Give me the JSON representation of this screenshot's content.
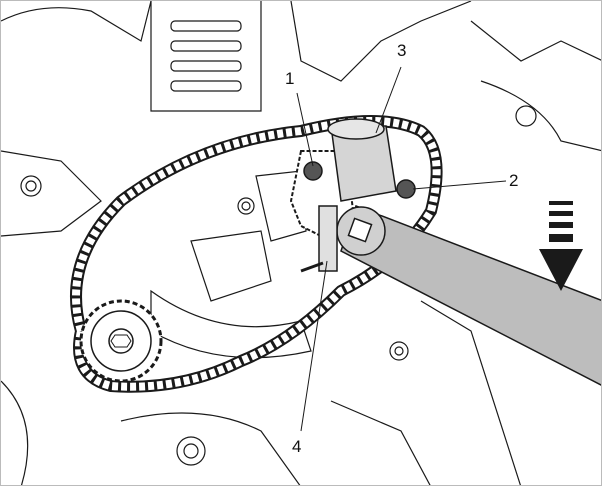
{
  "callouts": [
    {
      "id": "1",
      "label": "1"
    },
    {
      "id": "2",
      "label": "2"
    },
    {
      "id": "3",
      "label": "3"
    },
    {
      "id": "4",
      "label": "4"
    }
  ],
  "icons": {
    "direction_arrow": "arrow-down-icon"
  },
  "colors": {
    "line": "#1a1a1a",
    "fill": "#ffffff",
    "tool": "#bdbdbd",
    "background": "#ffffff"
  }
}
